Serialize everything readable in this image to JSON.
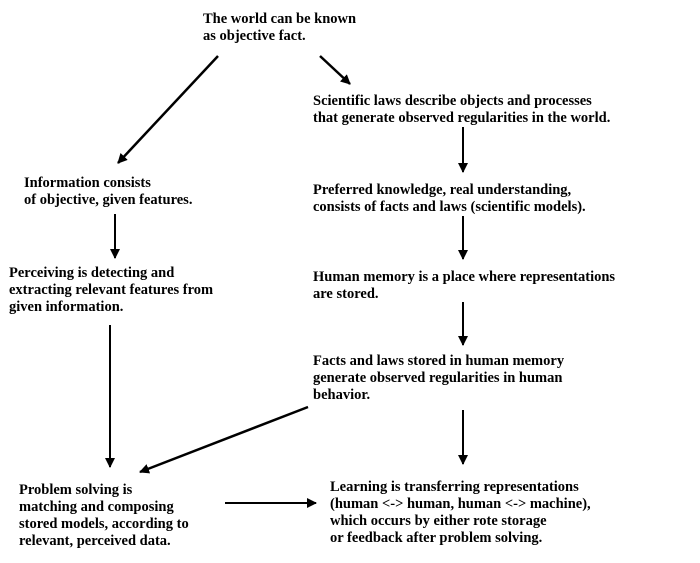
{
  "nodes": {
    "world": "The world can be known\nas objective fact.",
    "laws": "Scientific laws describe objects and processes\nthat generate observed regularities in the world.",
    "information": "Information consists\nof objective, given features.",
    "knowledge": "Preferred knowledge, real understanding,\nconsists of facts and laws (scientific models).",
    "perceiving": "Perceiving is detecting and\nextracting relevant features from\ngiven information.",
    "memory": "Human memory is a place where representations\nare stored.",
    "facts": "Facts and laws stored in human memory\ngenerate observed regularities in human\nbehavior.",
    "problem": "Problem solving is\nmatching and composing\nstored models, according to\nrelevant, perceived data.",
    "learning": "Learning is transferring representations\n(human <-> human, human <-> machine),\nwhich occurs by either rote storage\nor feedback after problem solving."
  },
  "colors": {
    "text": "#000000",
    "arrow": "#000000",
    "background": "#ffffff"
  }
}
